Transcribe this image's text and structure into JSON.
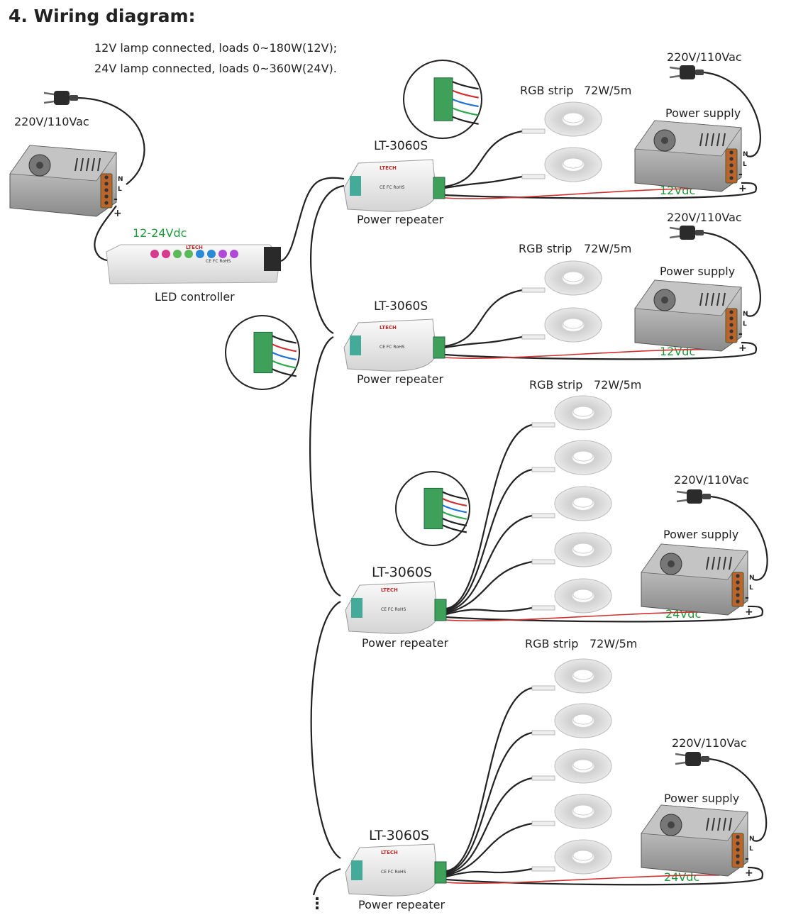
{
  "section": {
    "title": "4.  Wiring diagram:"
  },
  "notes": [
    "12V lamp connected, loads 0~180W(12V);",
    "24V lamp connected, loads 0~360W(24V)."
  ],
  "controller": {
    "mains_label": "220V/110Vac",
    "dc_label": "12-24Vdc",
    "controller_label": "LED controller"
  },
  "repeaters": [
    {
      "model": "LT-3060S",
      "label": "Power repeater",
      "strip_label": "RGB strip",
      "strip_power": "72W/5m",
      "ps_label": "Power supply",
      "mains_label": "220V/110Vac",
      "dc_label": "12Vdc"
    },
    {
      "model": "LT-3060S",
      "label": "Power repeater",
      "strip_label": "RGB strip",
      "strip_power": "72W/5m",
      "ps_label": "Power supply",
      "mains_label": "220V/110Vac",
      "dc_label": "12Vdc"
    },
    {
      "model": "LT-3060S",
      "label": "Power repeater",
      "strip_label": "RGB strip",
      "strip_power": "72W/5m",
      "ps_label": "Power supply",
      "mains_label": "220V/110Vac",
      "dc_label": "24Vdc"
    },
    {
      "model": "LT-3060S",
      "label": "Power repeater",
      "strip_label": "RGB strip",
      "strip_power": "72W/5m",
      "ps_label": "Power supply",
      "mains_label": "220V/110Vac",
      "dc_label": "24Vdc"
    }
  ],
  "device_text": {
    "brand": "LTECH",
    "cert": "CE FC RoHS",
    "terminal_N": "N",
    "terminal_L": "L",
    "plus": "+",
    "minus": "-"
  },
  "continuation": "⋮",
  "colors": {
    "wire": "#222222",
    "dc_text": "#1e9a3c",
    "terminal_green": "#3fa05a",
    "red": "#d32f2f",
    "blue": "#1e73d8",
    "green": "#2aa84a"
  }
}
